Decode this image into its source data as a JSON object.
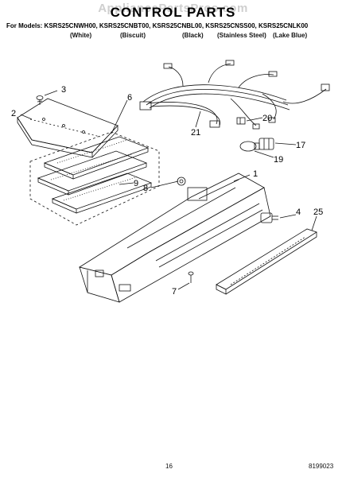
{
  "watermark": "AppliancePartsPros.com",
  "title": "CONTROL PARTS",
  "models_line": "For Models: KSRS25CNWH00, KSRS25CNBT00, KSRS25CNBL00, KSRS25CNSS00, KSRS25CNLK00",
  "colors": [
    "(White)",
    "(Biscuit)",
    "(Black)",
    "(Stainless Steel)",
    "(Lake Blue)"
  ],
  "callouts": [
    "1",
    "2",
    "3",
    "4",
    "6",
    "7",
    "8",
    "9",
    "17",
    "19",
    "20",
    "21",
    "25"
  ],
  "page_number": "16",
  "doc_number": "8199023"
}
